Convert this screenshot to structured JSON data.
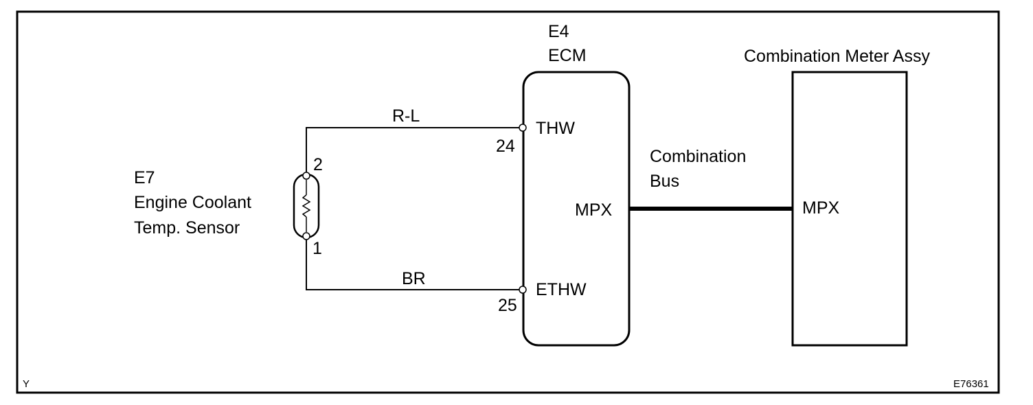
{
  "corner_label": "Y",
  "figure_id": "E76361",
  "sensor": {
    "code": "E7",
    "name_line1": "Engine Coolant",
    "name_line2": "Temp. Sensor",
    "pin_top": "2",
    "pin_bottom": "1"
  },
  "ecm": {
    "code": "E4",
    "name": "ECM",
    "pin_thw": "THW",
    "pin_thw_num": "24",
    "pin_ethw": "ETHW",
    "pin_ethw_num": "25",
    "pin_mpx": "MPX"
  },
  "wires": {
    "top_color": "R-L",
    "bottom_color": "BR"
  },
  "bus": {
    "line1": "Combination",
    "line2": "Bus"
  },
  "meter": {
    "name": "Combination Meter Assy",
    "pin_mpx": "MPX"
  }
}
